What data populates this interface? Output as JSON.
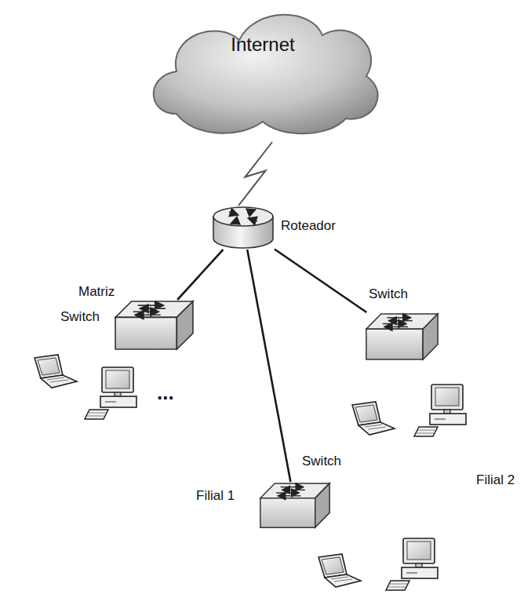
{
  "diagram": {
    "nodes": [
      {
        "text": [
          "Internet"
        ]
      },
      {
        "text": [
          "Roteador"
        ]
      },
      {
        "text": [
          "Matriz"
        ]
      },
      {
        "text": [
          "Switch"
        ],
        "in": 2
      },
      {
        "text": [
          "Filial 2"
        ]
      },
      {
        "text": [
          "Switch"
        ],
        "in": 4
      },
      {
        "text": [
          "Filial 1"
        ]
      },
      {
        "text": [
          "Switch"
        ],
        "in": 6
      }
    ],
    "edges": [
      {
        "from": 0,
        "to": 1,
        "arrow": "none"
      },
      {
        "from": 1,
        "to": 3,
        "arrow": "none"
      },
      {
        "from": 1,
        "to": 5,
        "arrow": "none"
      },
      {
        "from": 1,
        "to": 7,
        "arrow": "none"
      }
    ],
    "labels": [
      "..."
    ]
  }
}
